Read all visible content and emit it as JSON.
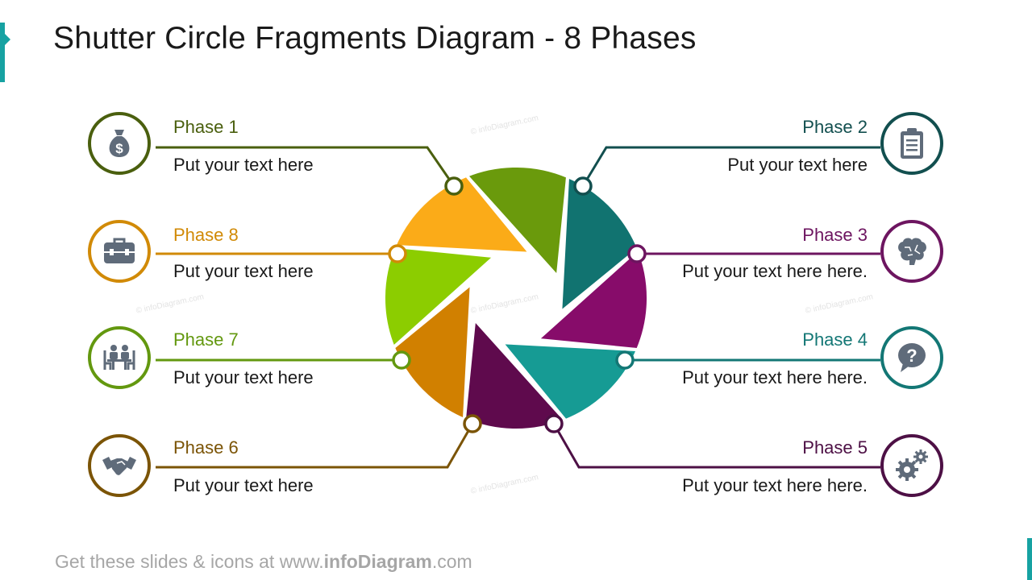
{
  "title": "Shutter Circle Fragments Diagram - 8 Phases",
  "footer": {
    "prefix": "Get these slides & icons at www.",
    "brand": "infoDiagram",
    "suffix": ".com"
  },
  "watermark": "© infoDiagram.com",
  "phases": [
    {
      "label": "Phase 1",
      "text": "Put your text here",
      "color": "#4a5f0e",
      "segment": "#6a9a0c",
      "icon": "money-bag-icon",
      "side": "left"
    },
    {
      "label": "Phase 2",
      "text": "Put your text here",
      "color": "#124f4f",
      "segment": "#117370",
      "icon": "clipboard-icon",
      "side": "right"
    },
    {
      "label": "Phase 3",
      "text": "Put your text here here.",
      "color": "#6d1560",
      "segment": "#870c6a",
      "icon": "brain-icon",
      "side": "right"
    },
    {
      "label": "Phase 4",
      "text": "Put your text here here.",
      "color": "#137775",
      "segment": "#169b94",
      "icon": "question-bubble-icon",
      "side": "right"
    },
    {
      "label": "Phase 5",
      "text": "Put your text here here.",
      "color": "#4d1045",
      "segment": "#5f0a4d",
      "icon": "gears-icon",
      "side": "right"
    },
    {
      "label": "Phase 6",
      "text": "Put your text here",
      "color": "#7b5406",
      "segment": "#d18000",
      "icon": "handshake-icon",
      "side": "left"
    },
    {
      "label": "Phase 7",
      "text": "Put your text here",
      "color": "#63980f",
      "segment": "#8ccd00",
      "icon": "meeting-icon",
      "side": "left"
    },
    {
      "label": "Phase 8",
      "text": "Put your text here",
      "color": "#d18a07",
      "segment": "#fbab18",
      "icon": "toolbox-icon",
      "side": "left"
    }
  ]
}
